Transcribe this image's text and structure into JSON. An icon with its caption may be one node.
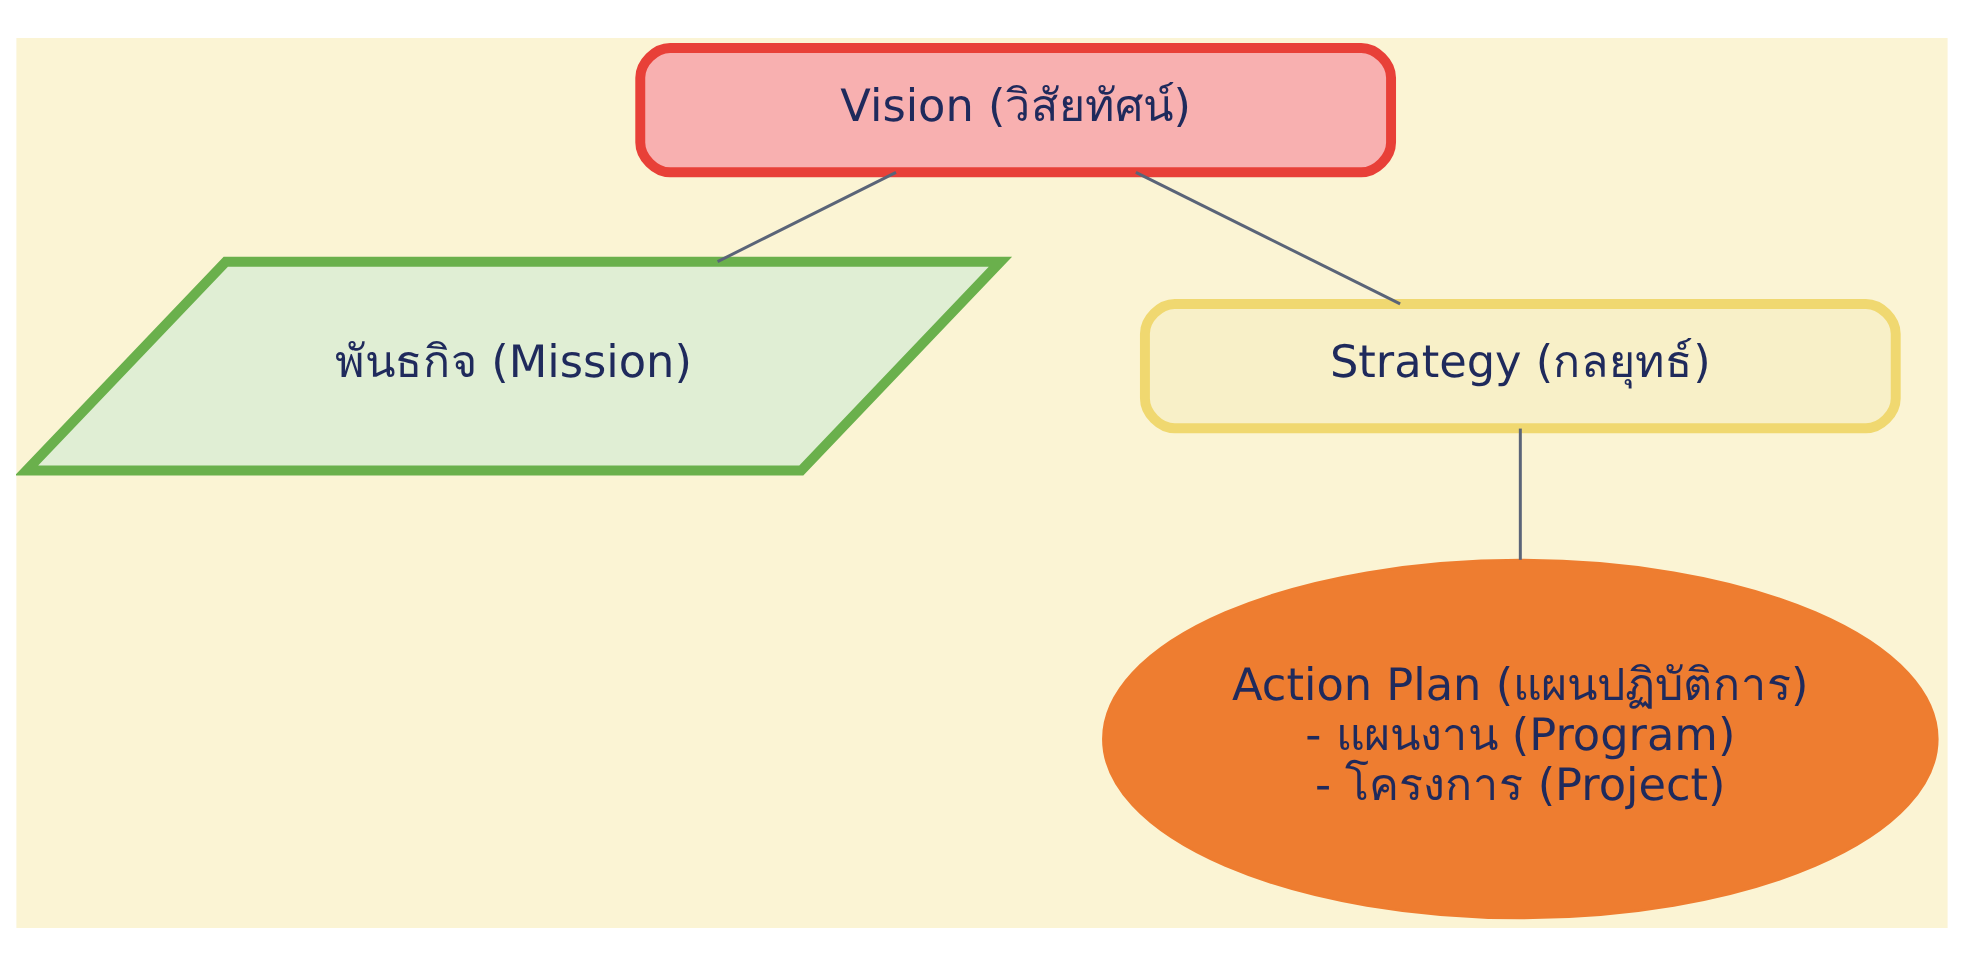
{
  "diagram": {
    "nodes": [
      {
        "text": [
          "Vision (วิสัยทัศน์)"
        ]
      },
      {
        "text": [
          "พันธกิจ (Mission)"
        ]
      },
      {
        "text": [
          "Strategy (กลยุทธ์)"
        ]
      },
      {
        "text": [
          "Action Plan (แผนปฏิบัติการ)",
          "- แผนงาน (Program)",
          "- โครงการ (Project)"
        ]
      }
    ],
    "edges": [
      {
        "from": 0,
        "to": 2,
        "arrow": "none"
      },
      {
        "from": 0,
        "to": 1,
        "arrow": "none"
      },
      {
        "from": 2,
        "to": 3,
        "arrow": "none"
      }
    ]
  }
}
